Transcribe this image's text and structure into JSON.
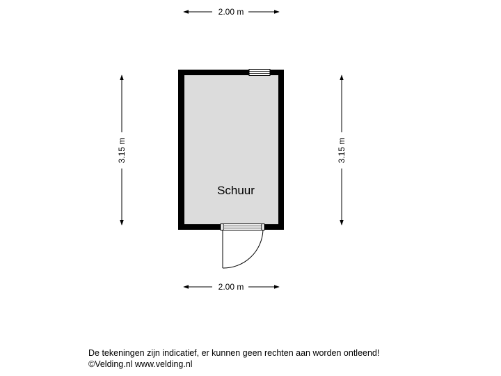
{
  "plan": {
    "room_label": "Schuur",
    "dimensions": {
      "top_width": "2.00 m",
      "bottom_width": "2.00 m",
      "left_depth": "3.15 m",
      "right_depth": "3.15 m"
    },
    "colors": {
      "wall": "#000000",
      "floor": "#dcdcdc",
      "line": "#000000",
      "background": "#ffffff"
    }
  },
  "footer": {
    "disclaimer": "De tekeningen zijn indicatief, er kunnen geen rechten aan worden ontleend!",
    "copyright": "©Velding.nl www.velding.nl"
  }
}
